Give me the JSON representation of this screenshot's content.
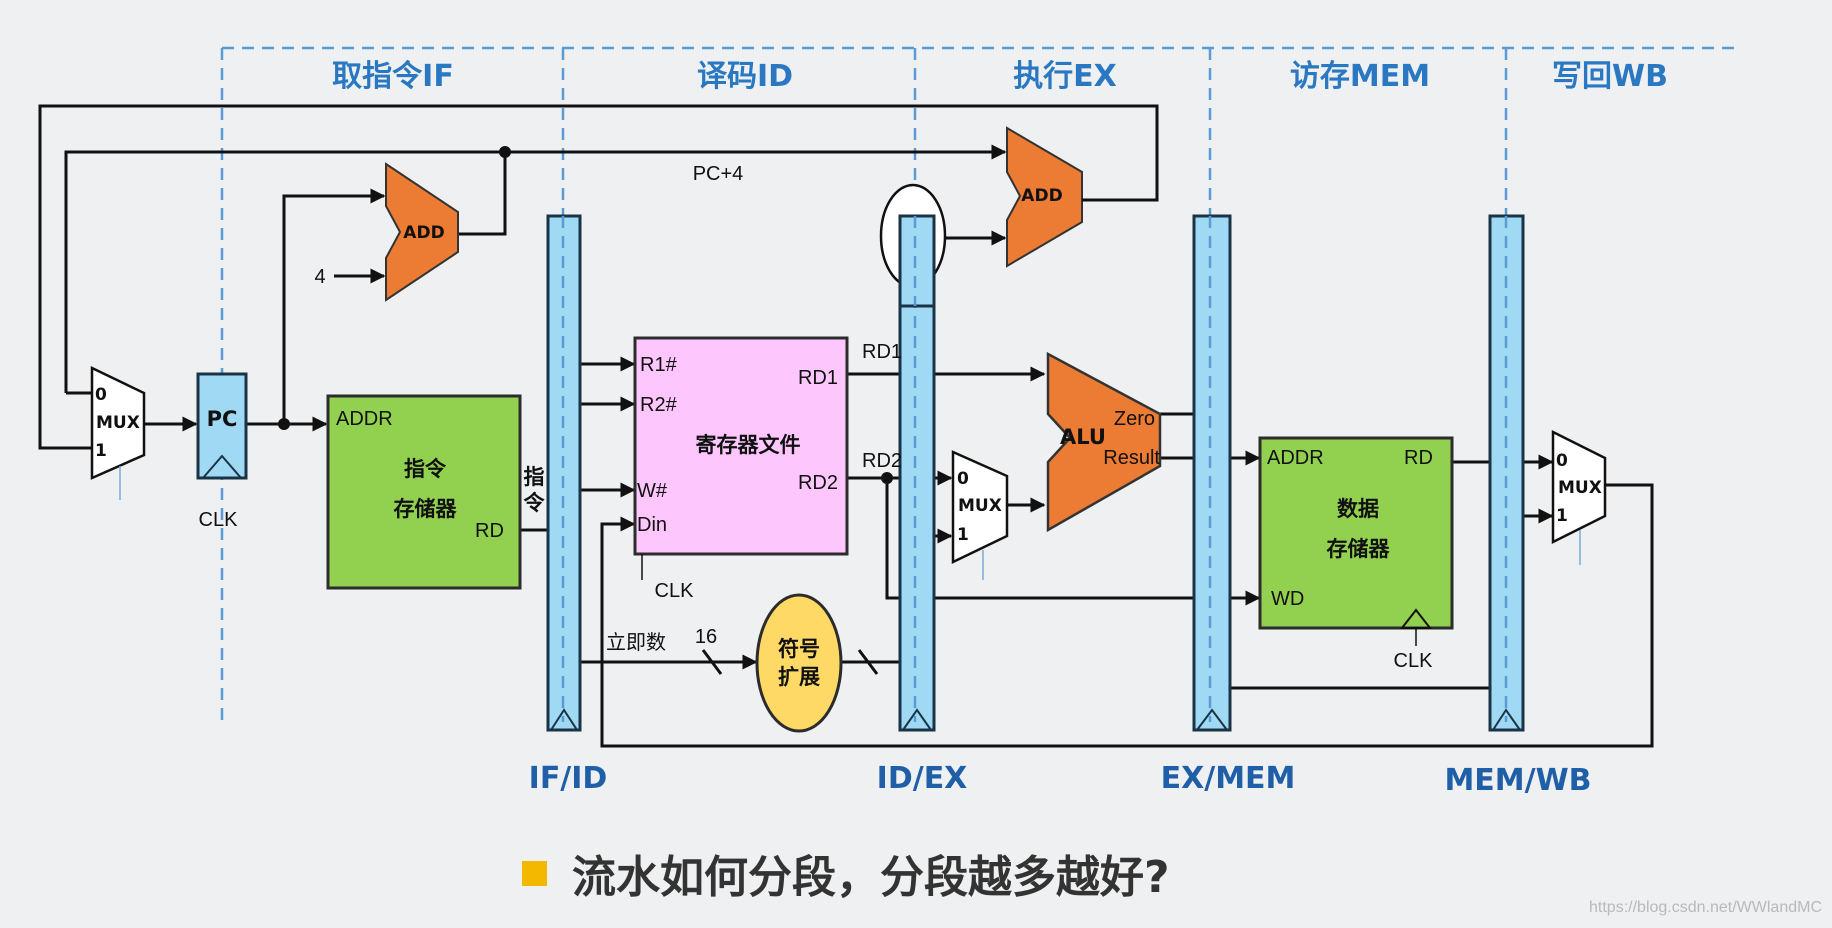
{
  "stages": {
    "if": "取指令IF",
    "id": "译码ID",
    "ex": "执行EX",
    "mem": "访存MEM",
    "wb": "写回WB"
  },
  "latches": {
    "if_id": "IF/ID",
    "id_ex": "ID/EX",
    "ex_mem": "EX/MEM",
    "mem_wb": "MEM/WB"
  },
  "components": {
    "pc": "PC",
    "pc_clk": "CLK",
    "mux_label": "MUX",
    "mux_in0": "0",
    "mux_in1": "1",
    "add_label": "ADD",
    "const_4": "4",
    "pc_plus4": "PC+4",
    "imem_addr": "ADDR",
    "imem_name1": "指令",
    "imem_name2": "存储器",
    "imem_rd": "RD",
    "instr_label1": "指",
    "instr_label2": "令",
    "rf_r1": "R1#",
    "rf_r2": "R2#",
    "rf_w": "W#",
    "rf_din": "Din",
    "rf_name": "寄存器文件",
    "rf_rd1": "RD1",
    "rf_rd2": "RD2",
    "rf_clk": "CLK",
    "bus_rd1": "RD1",
    "bus_rd2": "RD2",
    "imm_label": "立即数",
    "imm_bits": "16",
    "sext1": "符号",
    "sext2": "扩展",
    "alu_label": "ALU",
    "alu_zero": "Zero",
    "alu_result": "Result",
    "dmem_addr": "ADDR",
    "dmem_rd": "RD",
    "dmem_wd": "WD",
    "dmem_name1": "数据",
    "dmem_name2": "存储器",
    "dmem_clk": "CLK"
  },
  "question": "流水如何分段，分段越多越好?",
  "watermark": "https://blog.csdn.net/WWlandMC",
  "colors": {
    "stage_text": "#2a78c2",
    "latch_fill": "#9fd9f4",
    "latch_border": "#1a3346",
    "adder_fill": "#ec7c34",
    "memory_fill": "#92d050",
    "regfile_fill": "#fdc7fd",
    "sext_fill": "#ffd966",
    "bullet": "#f5b800"
  }
}
